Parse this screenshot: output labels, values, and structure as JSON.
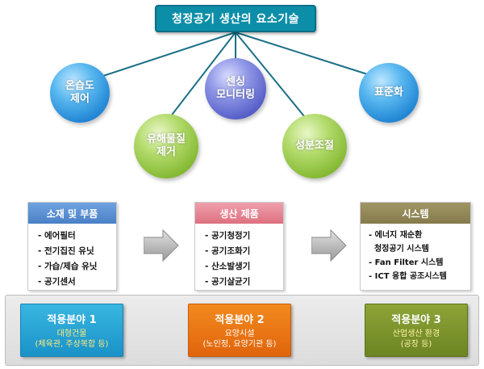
{
  "title": "청정공기 생산의 요소기술",
  "colors": {
    "title": "#0d8ea8",
    "blue": "#1a7fd0",
    "purple": "#4f58c4",
    "green": "#7fb52c",
    "materials_head": "#5b92d4",
    "products_head": "#e57e8e",
    "system_head": "#8e8256"
  },
  "bubbles": [
    {
      "label": "온습도\n제어",
      "color": "blue"
    },
    {
      "label": "센싱\n모니터링",
      "color": "purple"
    },
    {
      "label": "표준화",
      "color": "blue"
    },
    {
      "label": "유해물질\n제거",
      "color": "green"
    },
    {
      "label": "성분조절",
      "color": "green"
    }
  ],
  "categories": [
    {
      "title": "소재 및 부품",
      "items": [
        "에어필터",
        "전기집진 유닛",
        "가습/제습 유닛",
        "공기센서"
      ]
    },
    {
      "title": "생산 제품",
      "items": [
        "공기청정기",
        "공기조화기",
        "산소발생기",
        "공기살균기"
      ]
    },
    {
      "title": "시스템",
      "items": [
        "에너지 재순환",
        "청정공기 시스템",
        "Fan Filter 시스템",
        "ICT 융합 공조시스템"
      ]
    }
  ],
  "applications": [
    {
      "title": "적용분야 1",
      "sub": "대형건물\n(체육관, 주상복합 등)"
    },
    {
      "title": "적용분야 2",
      "sub": "요양시설\n(노인정, 요양기관 등)"
    },
    {
      "title": "적용분야 3",
      "sub": "산업생산 환경\n(공장 등)"
    }
  ]
}
